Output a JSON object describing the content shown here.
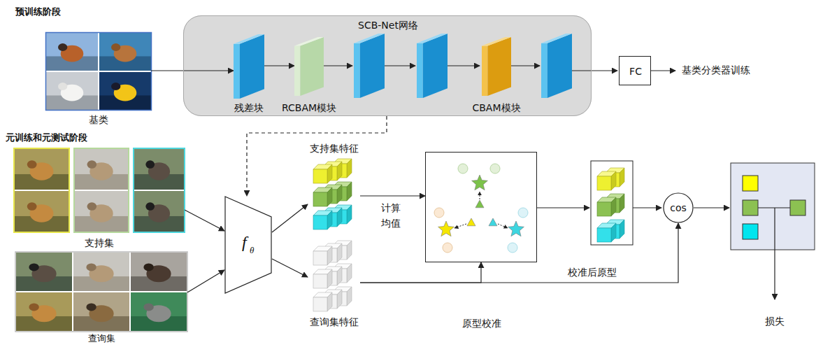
{
  "diagram": {
    "nodes": [
      {
        "text": [
          "基类"
        ]
      },
      {
        "text": [
          "SCB-Net网络"
        ]
      },
      {
        "text": [
          "残差块"
        ],
        "in": 1
      },
      {
        "text": [
          "RCBAM模块"
        ],
        "in": 1
      },
      {
        "text": [
          "CBAM模块"
        ],
        "in": 1
      },
      {
        "text": [
          "FC"
        ]
      },
      {
        "text": [
          "支持集"
        ]
      },
      {
        "text": [
          "查询集"
        ]
      },
      {
        "text": [
          "f",
          "θ"
        ]
      },
      {
        "text": [
          "支持集特征"
        ]
      },
      {
        "text": [
          "查询集特征"
        ]
      },
      {
        "text": [
          "原型校准"
        ]
      },
      {
        "text": [
          "cos"
        ]
      }
    ],
    "edges": [
      {
        "from": 0,
        "to": 2,
        "arrow": "to"
      },
      {
        "from": 2,
        "to": 3,
        "arrow": "to"
      },
      {
        "from": 1,
        "to": 8,
        "arrow": "to"
      },
      {
        "from": 6,
        "to": 8,
        "arrow": "to"
      },
      {
        "from": 7,
        "to": 8,
        "arrow": "to"
      },
      {
        "from": 8,
        "to": 9,
        "arrow": "to"
      },
      {
        "from": 8,
        "to": 10,
        "arrow": "to"
      },
      {
        "from": 9,
        "to": 11,
        "arrow": "to",
        "label": "计算 均值"
      },
      {
        "from": 10,
        "to": 11,
        "arrow": "to"
      },
      {
        "from": 10,
        "to": 12,
        "arrow": "to",
        "label": "校准后原型"
      }
    ],
    "labels": [
      "预训练阶段",
      "元训练和元测试阶段",
      "基类分类器训练",
      "损失"
    ]
  }
}
